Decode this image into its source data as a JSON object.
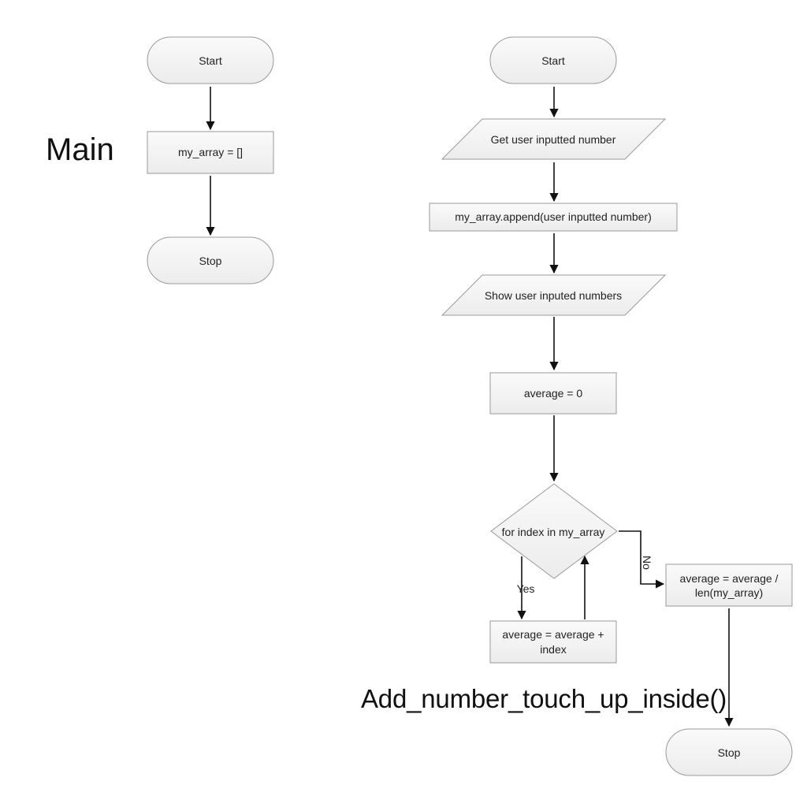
{
  "diagrams": {
    "main": {
      "title": "Main",
      "start": "Start",
      "init": "my_array = []",
      "stop": "Stop"
    },
    "add_number": {
      "title": "Add_number_touch_up_inside()",
      "start": "Start",
      "get_input": "Get user inputted number",
      "append": "my_array.append(user inputted number)",
      "show": "Show user inputed numbers",
      "avg_init": "average = 0",
      "loop": "for index in my_array",
      "yes_label": "Yes",
      "no_label": "No",
      "accumulate_line1": "average = average +",
      "accumulate_line2": "index",
      "divide_line1": "average = average /",
      "divide_line2": "len(my_array)",
      "stop": "Stop"
    }
  },
  "colors": {
    "shape_fill": "#f4f4f4",
    "shape_stroke": "#9a9a9a",
    "arrow": "#111111"
  }
}
